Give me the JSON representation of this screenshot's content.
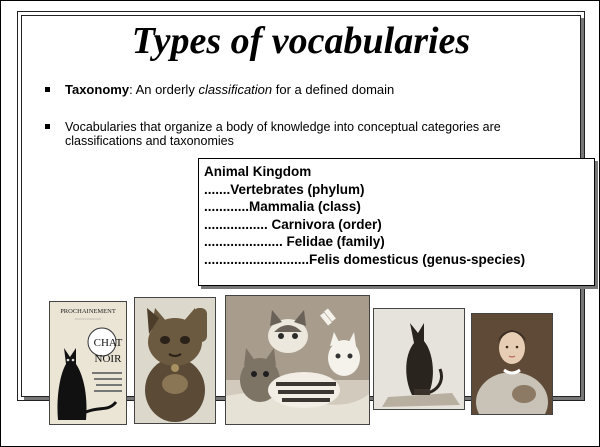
{
  "slide": {
    "title": "Types of vocabularies",
    "bullets": [
      {
        "term": "Taxonomy",
        "text_before": ": An orderly ",
        "emphasis": "classification",
        "text_after": " for a defined domain"
      },
      {
        "text": "Vocabularies that organize a body of knowledge into conceptual categories are classifications and taxonomies"
      }
    ],
    "taxonomy": [
      "Animal Kingdom",
      ".......Vertebrates (phylum)",
      "............Mammalia (class)",
      "................. Carnivora (order)",
      "..................... Felidae (family)",
      "............................Felis domesticus (genus-species)"
    ],
    "images": [
      {
        "name": "chat-noir-poster",
        "texts": [
          "PROCHAINEMENT",
          "CHAT",
          "NOIR"
        ]
      },
      {
        "name": "lucky-cat-figurine"
      },
      {
        "name": "cats-painting"
      },
      {
        "name": "egyptian-cat-statue"
      },
      {
        "name": "woman-portrait"
      }
    ]
  }
}
